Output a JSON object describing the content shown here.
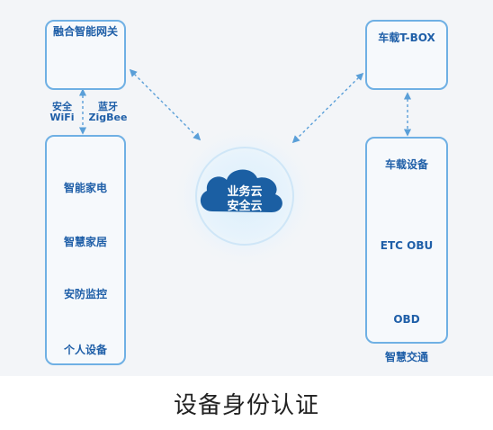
{
  "router_box": {
    "label": "融合智能网关"
  },
  "tbox_box": {
    "label": "车载T-BOX"
  },
  "vehicle_box": {
    "title": "车载设备",
    "items": [
      {
        "label": "ETC OBU",
        "icon": "etc-obu-icon"
      },
      {
        "label": "OBD",
        "icon": "obd-icon"
      }
    ],
    "footer": "智慧交通"
  },
  "links": {
    "left_top": "安全",
    "left_bottom": "WiFi",
    "right_top": "蓝牙",
    "right_bottom": "ZigBee"
  },
  "devices_box": {
    "items": [
      {
        "label": "智能家电",
        "icon": "appliance-icon"
      },
      {
        "label": "智慧家居",
        "icon": "smart-home-icon"
      },
      {
        "label": "安防监控",
        "icon": "security-camera-icon"
      },
      {
        "label": "个人设备",
        "icon": "wearable-icon"
      }
    ]
  },
  "cloud": {
    "line1": "业务云",
    "line2": "安全云"
  },
  "caption": "设备身份认证",
  "colors": {
    "accent": "#1f5fa8",
    "border": "#6fb0e4",
    "arrow": "#5a9fd8",
    "cloud": "#1b5fa3"
  }
}
